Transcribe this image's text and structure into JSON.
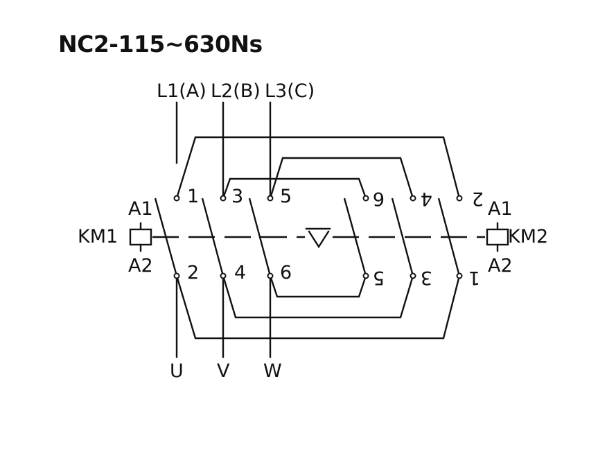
{
  "title": "NC2-115~630Ns",
  "supply_labels": [
    "L1(A)",
    "L2(B)",
    "L3(C)"
  ],
  "output_labels": [
    "U",
    "V",
    "W"
  ],
  "coil_km1": {
    "name": "KM1",
    "a1": "A1",
    "a2": "A2"
  },
  "coil_km2": {
    "name": "KM2",
    "a1": "A1",
    "a2": "A2"
  },
  "km1_top_terminals": [
    "1",
    "3",
    "5"
  ],
  "km1_bottom_terminals": [
    "2",
    "4",
    "6"
  ],
  "km2_top_terminals": [
    "6",
    "4",
    "2"
  ],
  "km2_bottom_terminals": [
    "5",
    "3",
    "1"
  ],
  "interlock_symbol": "mechanical-interlock-triangle-icon"
}
